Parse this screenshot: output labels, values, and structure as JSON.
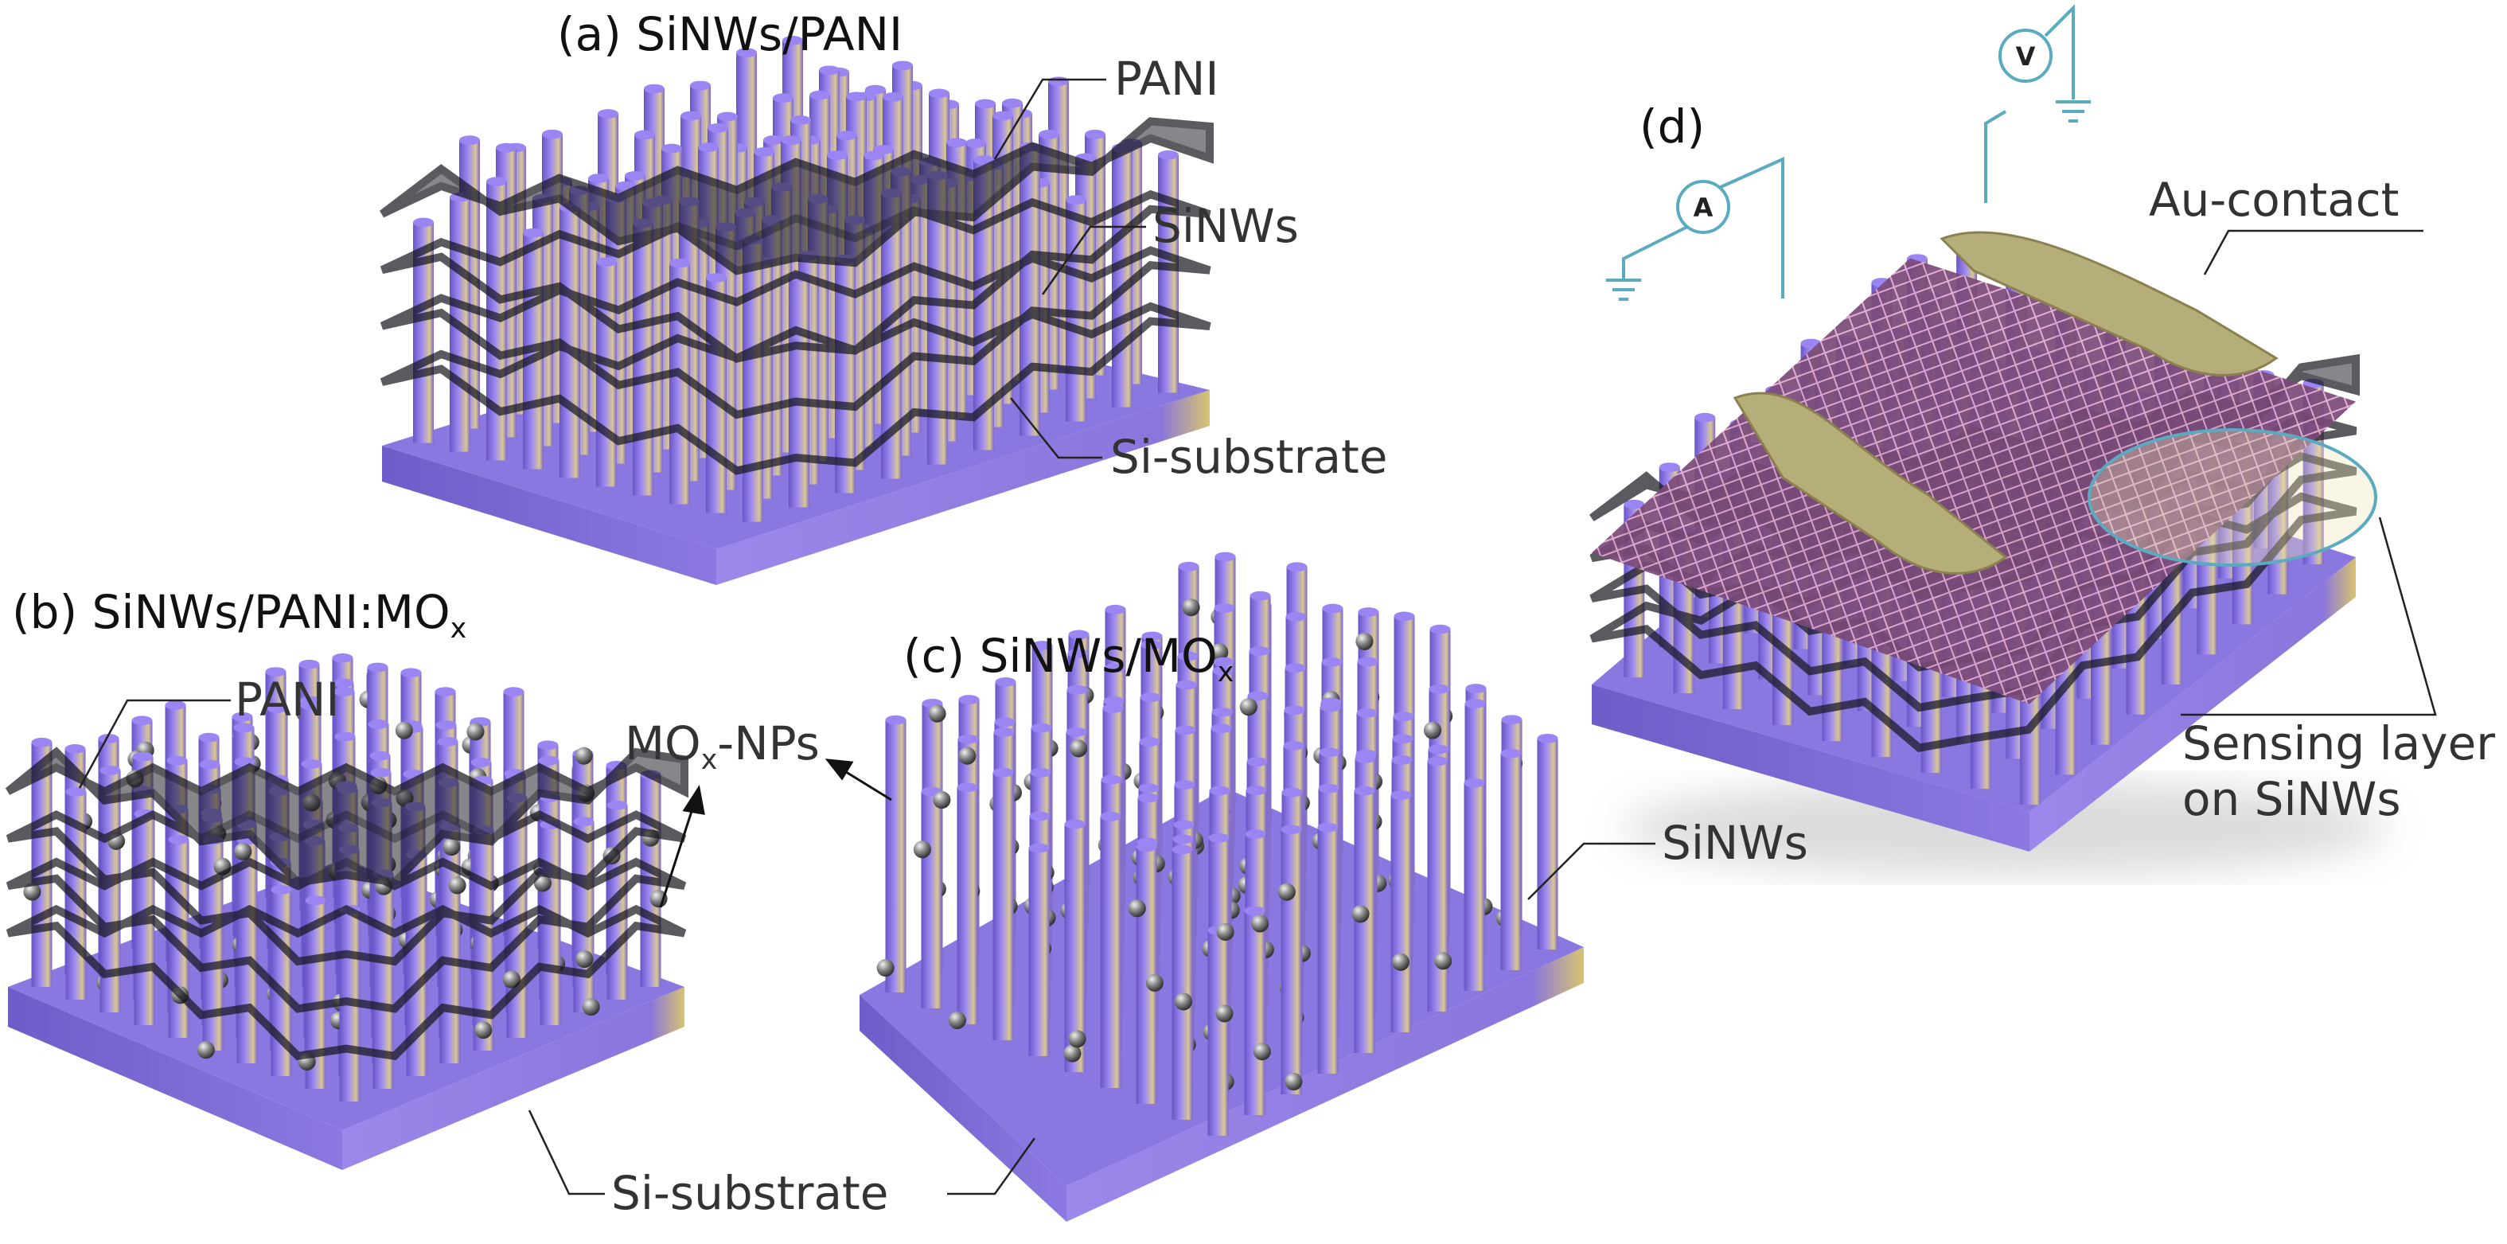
{
  "panels": {
    "a": {
      "title": "(a) SiNWs/PANI",
      "labels": {
        "pani": "PANI",
        "sinws": "SiNWs",
        "substrate": "Si-substrate"
      }
    },
    "b": {
      "title_main": "(b) SiNWs/PANI:MO",
      "title_sub": "x",
      "labels": {
        "pani": "PANI"
      }
    },
    "c": {
      "title_main": "(c) SiNWs/MO",
      "title_sub": "x",
      "labels": {
        "sinws": "SiNWs"
      }
    },
    "shared": {
      "nps_main": "MO",
      "nps_sub": "x",
      "nps_rest": "-NPs",
      "substrate": "Si-substrate"
    },
    "d": {
      "title": "(d)",
      "labels": {
        "au": "Au-contact",
        "sensing_1": "Sensing layer",
        "sensing_2": "on SiNWs"
      },
      "ammeter": "A",
      "voltmeter": "V"
    }
  },
  "colors": {
    "pillar": "#8f78e8",
    "substrate": "#7a66d8",
    "pani": "#1a1a22",
    "mesh": "#c98fb8",
    "gold": "#b6ae78",
    "circuit": "#5aaac0"
  }
}
